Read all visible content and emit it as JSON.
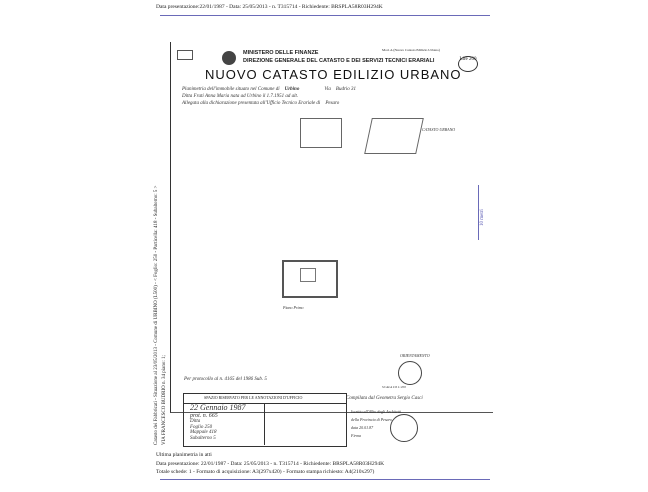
{
  "header": {
    "line": "Data presentazione:22/01/1987 - Data: 25/05/2013 - n. T315714 - Richiedente: BRSPLA58R03H294K"
  },
  "form": {
    "ministry": "MINISTERO DELLE FINANZE",
    "direction": "DIREZIONE GENERALE DEL CATASTO E DEI SERVIZI TECNICI ERARIALI",
    "title": "NUOVO CATASTO EDILIZIO URBANO",
    "stamp": "Lire 200",
    "model": "Mod. A (Nuovo Catasto Edilizio Urbano)",
    "row1_label": "Planimetria dell'immobile situato nel Comune di",
    "row1_value": "Urbino",
    "row1_via_label": "Via",
    "row1_via_value": "Budrio 31",
    "row2": "Ditta  Frati Anna Maria  nata ad Urbino il 1.7.1951 ad alt.",
    "row3_label": "Allegata alla dichiarazione presentata all'Ufficio Tecnico Erariale di",
    "row3_value": "Pesaro"
  },
  "plan": {
    "north": "ORIENTAMENTO",
    "scale": "SCALA DI 1:200",
    "orient_label": "CATASTO URBANO",
    "floor_label": "Piano Primo",
    "compiled_line": "Per protocollo al n. 4165 del 1986 Sub. 5"
  },
  "office": {
    "header": "SPAZIO RISERVATO PER LE ANNOTAZIONI D'UFFICIO",
    "date": "22 Gennaio 1987",
    "prot": "prot. n. 665",
    "lines": [
      "Ditta",
      "Foglio 250",
      "Mappale 418",
      "Subalterno 5"
    ],
    "compiled": "Compilata dal Geometra Sergio Casci",
    "registered": "Iscritto all'Albo degli Architetti",
    "province": "della Provincia di  Pesaro",
    "datel": "data 20.01.87",
    "signature": "Firma"
  },
  "side": {
    "left": "Catasto dei Fabbricati - Situazione al 23/05/2013 - Comune di URBINO (L500) - < Foglio: 250 - Particella: 418 - Subalterno: 5 >",
    "left2": "VIA FRANCESCO BUDRIO n. 34 piano: 1;",
    "right": "10 metri"
  },
  "footer": {
    "note": "Ultima planimetria in atti",
    "line1": "Data presentazione: 22/01/1987 - Data: 25/05/2013 - n. T315714 - Richiedente: BRSPLA58R03H294K",
    "line2": "Totale schede: 1 - Formato di acquisizione: A3(297x420) - Formato stampa richiesto: A4(210x297)"
  }
}
